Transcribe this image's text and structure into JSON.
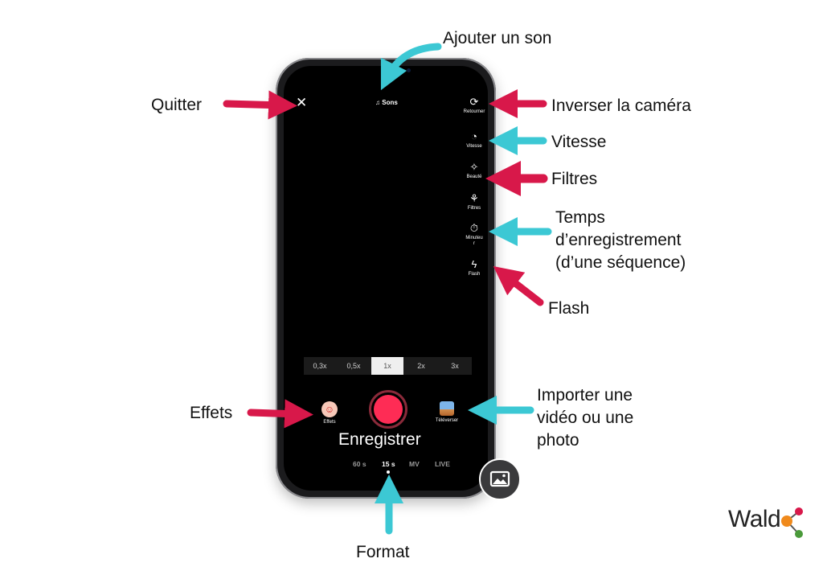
{
  "app": {
    "sounds_label": "Sons",
    "side_buttons": [
      {
        "label": "Retourner",
        "icon": "flip-camera-icon"
      },
      {
        "label": "Vitesse",
        "icon": "speed-icon"
      },
      {
        "label": "Beauté",
        "icon": "beauty-wand-icon"
      },
      {
        "label": "Filtres",
        "icon": "filters-icon"
      },
      {
        "label": "Minuteur",
        "icon": "timer-icon"
      },
      {
        "label": "Flash",
        "icon": "flash-icon"
      }
    ],
    "zoom_options": [
      "0,3x",
      "0,5x",
      "1x",
      "2x",
      "3x"
    ],
    "zoom_selected": "1x",
    "effects_label": "Effets",
    "upload_label": "Téléverser",
    "record_label": "Enregistrer",
    "formats": [
      "60 s",
      "15 s",
      "MV",
      "LIVE"
    ],
    "format_selected": "15 s"
  },
  "annotations": {
    "add_sound": "Ajouter un son",
    "quit": "Quitter",
    "flip_camera": "Inverser la caméra",
    "speed": "Vitesse",
    "filters": "Filtres",
    "record_time": [
      "Temps",
      "d’enregistrement",
      "(d’une séquence)"
    ],
    "flash": "Flash",
    "effects": "Effets",
    "import": [
      "Importer une",
      "vidéo ou une",
      "photo"
    ],
    "format": "Format"
  },
  "colors": {
    "accent_red": "#d8184a",
    "accent_cyan": "#3cc8d4",
    "record_red": "#fe2c55"
  },
  "brand": {
    "logo_text": "Wald"
  }
}
